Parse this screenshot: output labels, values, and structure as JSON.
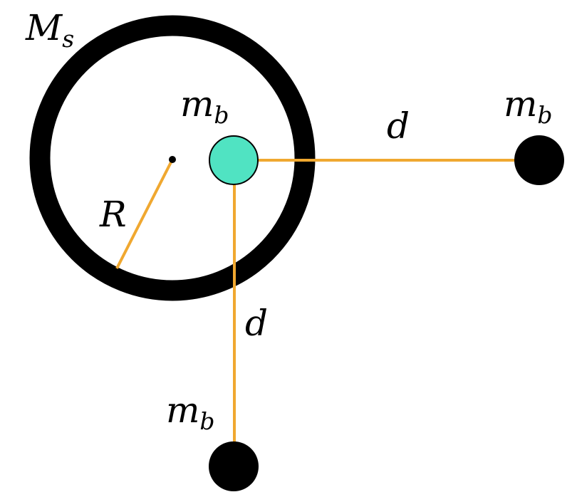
{
  "labels": {
    "shell_mass": {
      "main": "M",
      "sub": "s"
    },
    "inner_ball_mass": {
      "main": "m",
      "sub": "b"
    },
    "right_ball_mass": {
      "main": "m",
      "sub": "b"
    },
    "bottom_ball_mass": {
      "main": "m",
      "sub": "b"
    },
    "radius": "R",
    "horizontal_distance": "d",
    "vertical_distance": "d"
  },
  "colors": {
    "shell": "#000000",
    "line": "#f0a830",
    "inner_ball": "#50e3c2",
    "outer_ball": "#000000"
  }
}
